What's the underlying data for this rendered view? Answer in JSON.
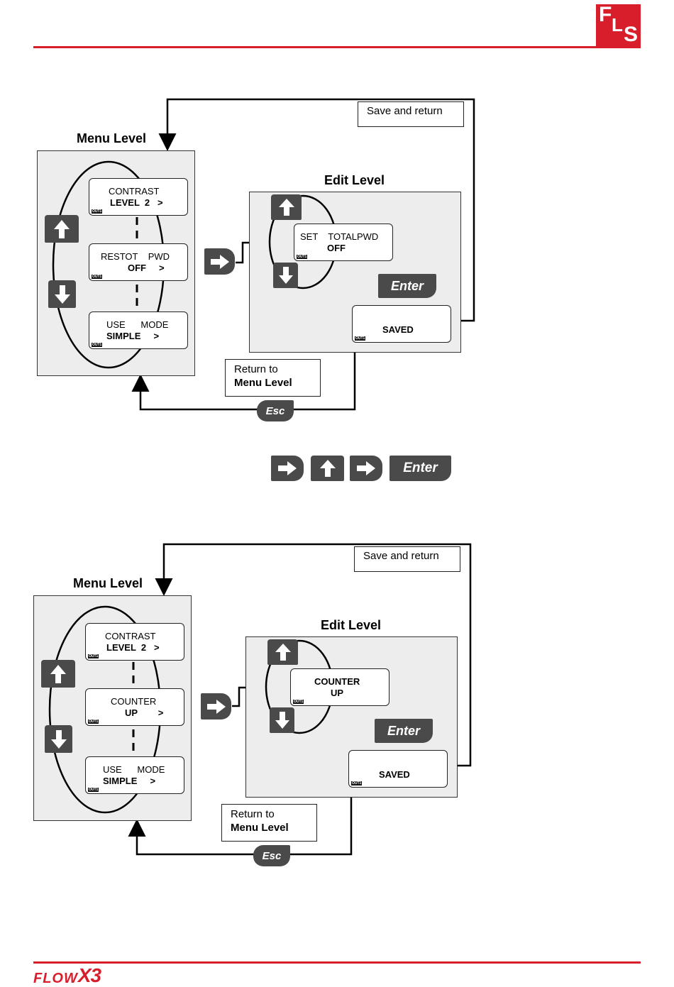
{
  "header": {
    "logo_text": [
      "F",
      "L",
      "S"
    ]
  },
  "footer": {
    "brand_part1": "FLOW",
    "brand_part2": "X3"
  },
  "diagram1": {
    "menu_title": "Menu Level",
    "edit_title": "Edit Level",
    "save_note": "Save and return",
    "return_note_line1": "Return to",
    "return_note_line2": "Menu Level",
    "lcd_tag": "OUT1",
    "menu_items": [
      {
        "line1": "CONTRAST",
        "line2": "LEVEL  2   >"
      },
      {
        "line1": "RESTOT    PWD",
        "line2": "OFF     >"
      },
      {
        "line1": "USE      MODE",
        "line2": "SIMPLE     >"
      }
    ],
    "edit_item": {
      "line1": "SET    TOTALPWD",
      "line2": "OFF"
    },
    "saved": "SAVED",
    "enter_key": "Enter",
    "esc_key": "Esc"
  },
  "sequence": {
    "enter_key": "Enter"
  },
  "diagram2": {
    "menu_title": "Menu Level",
    "edit_title": "Edit Level",
    "save_note": "Save and return",
    "return_note_line1": "Return to",
    "return_note_line2": "Menu Level",
    "lcd_tag": "OUT1",
    "menu_items": [
      {
        "line1": "CONTRAST",
        "line2": "LEVEL  2   >"
      },
      {
        "line1": "COUNTER",
        "line2": "UP        >"
      },
      {
        "line1": "USE      MODE",
        "line2": "SIMPLE     >"
      }
    ],
    "edit_item": {
      "line1": "COUNTER",
      "line2": "UP"
    },
    "saved": "SAVED",
    "enter_key": "Enter",
    "esc_key": "Esc"
  },
  "colors": {
    "accent": "#d81e2a",
    "panel": "#ededed",
    "key": "#4a4a4a"
  },
  "icons": [
    "arrow-up-key-icon",
    "arrow-down-key-icon",
    "arrow-right-key-icon",
    "enter-key-icon",
    "esc-key-icon"
  ]
}
